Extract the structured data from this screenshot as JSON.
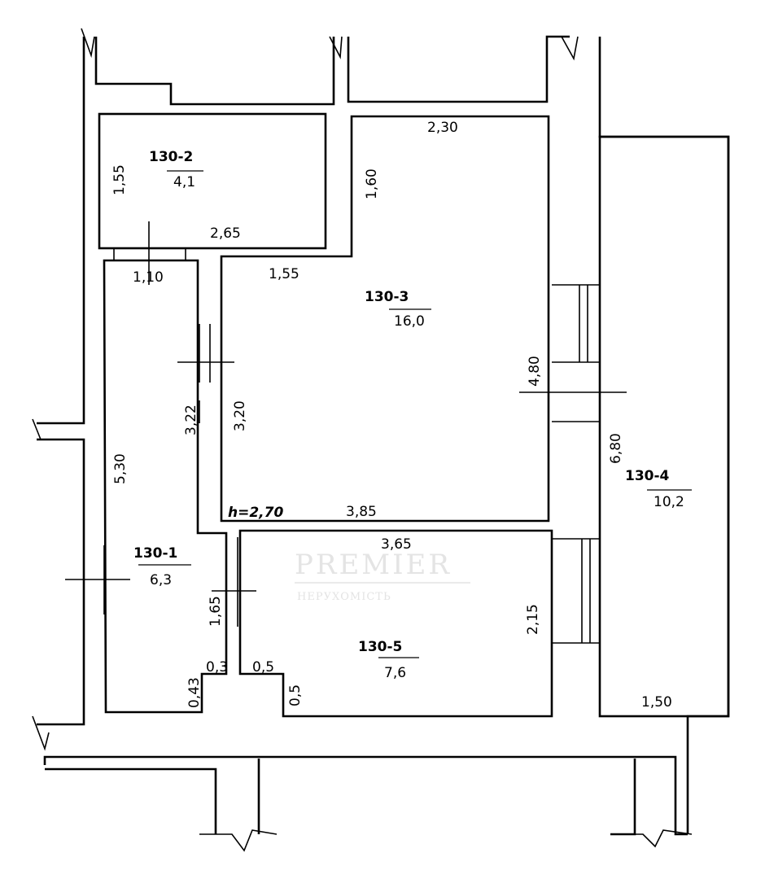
{
  "rooms": [
    {
      "label": "130-1",
      "area": "6,3"
    },
    {
      "label": "130-2",
      "area": "4,1"
    },
    {
      "label": "130-3",
      "area": "16,0"
    },
    {
      "label": "130-4",
      "area": "10,2"
    },
    {
      "label": "130-5",
      "area": "7,6"
    }
  ],
  "dimensions": {
    "r2_height": "1,55",
    "r2_width": "2,65",
    "door_1_10": "1,10",
    "r3_top": "2,30",
    "r3_left_upper": "1,60",
    "r3_step": "1,55",
    "r3_right": "4,80",
    "r3_left": "3,20",
    "r3_bottom": "3,85",
    "corridor_3_22": "3,22",
    "r1_length": "5,30",
    "r4_length": "6,80",
    "r4_bottom": "1,50",
    "r5_top": "3,65",
    "r5_right": "2,15",
    "r5_left": "1,65",
    "d_0_3": "0,3",
    "d_0_5a": "0,5",
    "d_0_5b": "0,5",
    "d_0_43": "0,43"
  },
  "ceiling_height": "h=2,70",
  "watermark": {
    "brand": "PREMIER",
    "subtitle": "НЕРУХОМІСТЬ"
  }
}
